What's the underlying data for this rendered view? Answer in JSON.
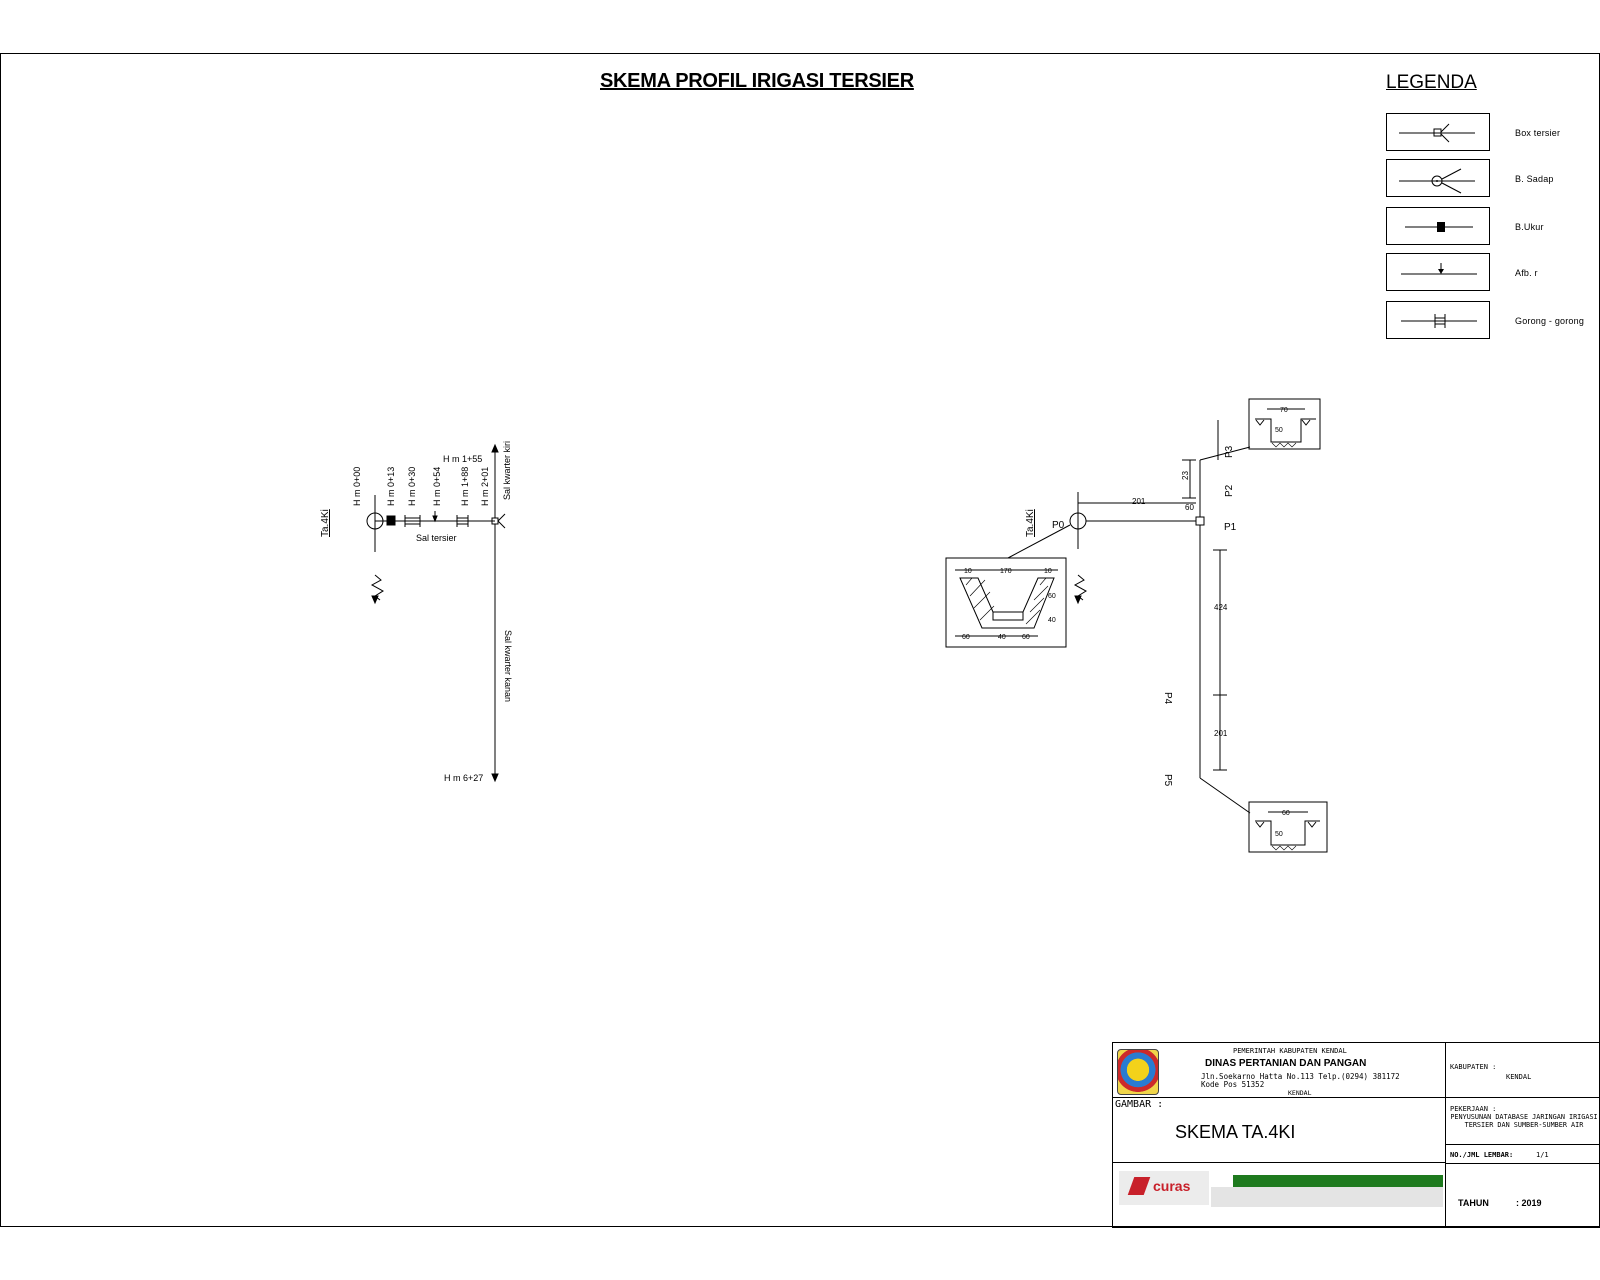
{
  "title": "SKEMA PROFIL IRIGASI TERSIER",
  "legend": {
    "title": "LEGENDA",
    "items": [
      {
        "icon": "box-tersier-icon",
        "label": "Box tersier"
      },
      {
        "icon": "bangunan-sadap-icon",
        "label": "B. Sadap"
      },
      {
        "icon": "bangunan-ukur-icon",
        "label": "B.Ukur"
      },
      {
        "icon": "afbouw-icon",
        "label": "Afb. r"
      },
      {
        "icon": "gorong-gorong-icon",
        "label": "Gorong - gorong"
      }
    ]
  },
  "left_schema": {
    "name": "Ta.4Ki",
    "stations": [
      "H m 0+00",
      "H m 0+13",
      "H m 0+30",
      "H m 0+54",
      "H m 1+88",
      "H m 2+01"
    ],
    "top_station": "H m 1+55",
    "bottom_station": "H m 6+27",
    "canal_label": "Sal tersier",
    "kwarter_kiri": "Sal kwarter kiri",
    "kwarter_kanan": "Sal kwarter kanan"
  },
  "right_schema": {
    "name": "Ta.4Ki",
    "points": [
      "P0",
      "P1",
      "P2",
      "P3",
      "P4",
      "P5"
    ],
    "dims": {
      "main": "201",
      "small": "60",
      "top": "23",
      "long": "424",
      "lower": "201"
    },
    "section_a": {
      "top": [
        "10",
        "170",
        "10"
      ],
      "right": [
        "60",
        "40"
      ],
      "bottom": [
        "60",
        "40",
        "60"
      ]
    },
    "section_b": {
      "top": "70",
      "mid": "50"
    },
    "section_c": {
      "top": "60",
      "mid": "50"
    }
  },
  "title_block": {
    "gov": "PEMERINTAH KABUPATEN KENDAL",
    "dept": "DINAS PERTANIAN DAN PANGAN",
    "address": "Jln.Soekarno Hatta No.113 Telp.(0294) 381172",
    "postal": "Kode Pos 51352",
    "city": "KENDAL",
    "kabupaten_label": "KABUPATEN :",
    "kabupaten_value": "KENDAL",
    "gambar_label": "GAMBAR :",
    "gambar_value": "SKEMA TA.4KI",
    "pekerjaan_label": "PEKERJAAN :",
    "pekerjaan_value": "PENYUSUNAN DATABASE JARINGAN IRIGASI TERSIER DAN SUMBER-SUMBER AIR",
    "lembar_label": "NO./JML LEMBAR:",
    "lembar_value": "1/1",
    "tahun_label": "TAHUN",
    "tahun_value": ": 2019",
    "consultant": "curas"
  },
  "colors": {
    "line": "#000000",
    "stripe_green": "#1e7a1e",
    "logo_red": "#c8202a"
  }
}
